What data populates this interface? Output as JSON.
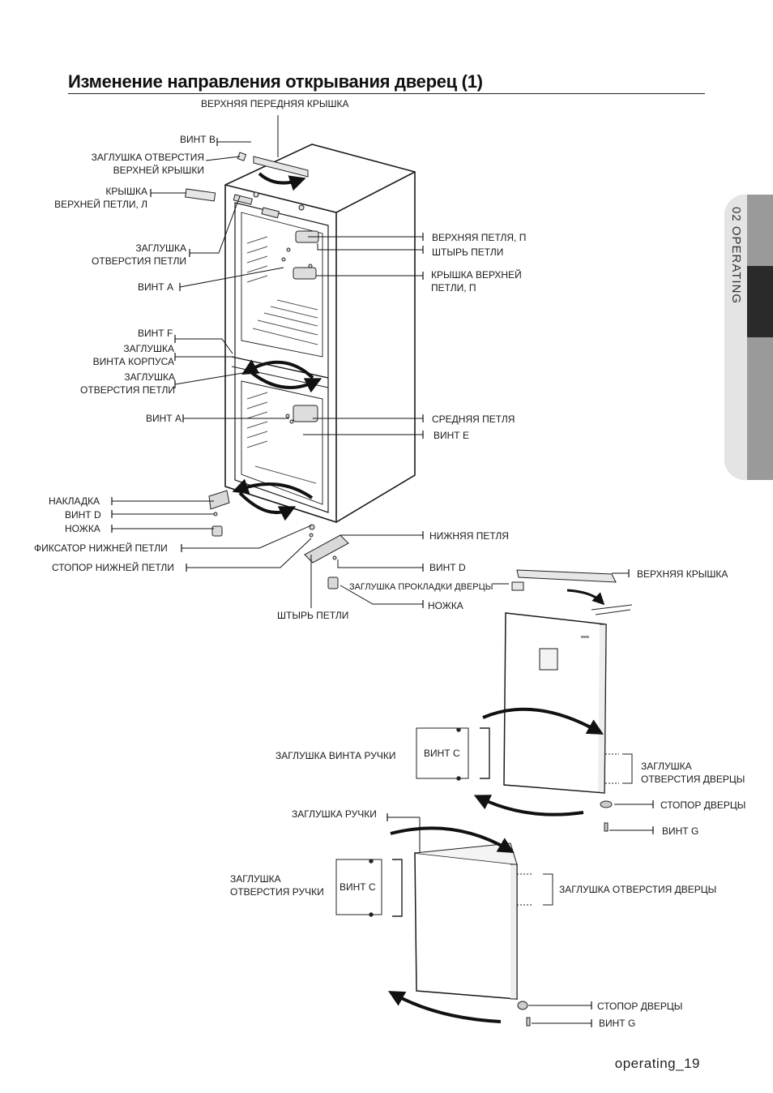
{
  "title": "Изменение направления открывания дверец (1)",
  "side_tab": "02 OPERATING",
  "footer": "operating_19",
  "labels": {
    "top_front_cover": "ВЕРХНЯЯ ПЕРЕДНЯЯ КРЫШКА",
    "screw_b": "ВИНТ B",
    "top_cover_hole_cap": "ЗАГЛУШКА ОТВЕРСТИЯ\nВЕРХНЕЙ КРЫШКИ",
    "top_hinge_cover_l": "КРЫШКА\nВЕРХНЕЙ ПЕТЛИ, Л",
    "hinge_hole_cap": "ЗАГЛУШКА\nОТВЕРСТИЯ ПЕТЛИ",
    "screw_a_1": "ВИНТ A",
    "screw_f": "ВИНТ F",
    "body_screw_cap": "ЗАГЛУШКА\nВИНТА КОРПУСА",
    "hinge_hole_cap_2": "ЗАГЛУШКА\nОТВЕРСТИЯ ПЕТЛИ",
    "screw_a_2": "ВИНТ A",
    "cover_plate": "НАКЛАДКА",
    "screw_d_1": "ВИНТ D",
    "leg_1": "НОЖКА",
    "bottom_hinge_lock": "ФИКСАТОР НИЖНЕЙ ПЕТЛИ",
    "bottom_hinge_stopper": "СТОПОР НИЖНЕЙ ПЕТЛИ",
    "hinge_pin": "ШТЫРЬ ПЕТЛИ",
    "top_hinge_r": "ВЕРХНЯЯ ПЕТЛЯ, П",
    "hinge_pin_2": "ШТЫРЬ ПЕТЛИ",
    "top_hinge_cover_r": "КРЫШКА ВЕРХНЕЙ\nПЕТЛИ, П",
    "middle_hinge": "СРЕДНЯЯ ПЕТЛЯ",
    "screw_e": "ВИНТ E",
    "bottom_hinge": "НИЖНЯЯ ПЕТЛЯ",
    "screw_d_2": "ВИНТ D",
    "door_gasket_cap": "ЗАГЛУШКА ПРОКЛАДКИ ДВЕРЦЫ",
    "leg_2": "НОЖКА",
    "top_cover": "ВЕРХНЯЯ КРЫШКА",
    "handle_screw_cap": "ЗАГЛУШКА ВИНТА РУЧКИ",
    "screw_c_1": "ВИНТ C",
    "door_hole_cap_1": "ЗАГЛУШКА\nОТВЕРСТИЯ ДВЕРЦЫ",
    "door_stopper_1": "СТОПОР ДВЕРЦЫ",
    "screw_g_1": "ВИНТ G",
    "handle_cap": "ЗАГЛУШКА РУЧКИ",
    "handle_hole_cap": "ЗАГЛУШКА\nОТВЕРСТИЯ РУЧКИ",
    "screw_c_2": "ВИНТ C",
    "door_hole_cap_2": "ЗАГЛУШКА ОТВЕРСТИЯ ДВЕРЦЫ",
    "door_stopper_2": "СТОПОР ДВЕРЦЫ",
    "screw_g_2": "ВИНТ G"
  }
}
